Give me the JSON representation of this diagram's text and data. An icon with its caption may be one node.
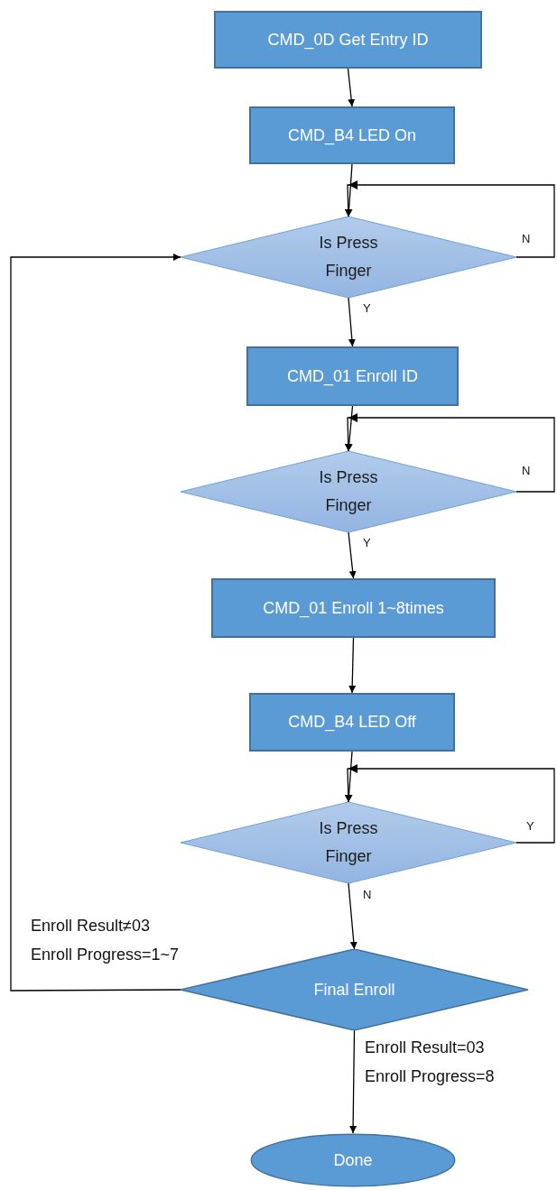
{
  "diagram": {
    "nodes": [
      {
        "text": [
          "CMD_0D Get Entry ID"
        ]
      },
      {
        "text": [
          "CMD_B4 LED On"
        ]
      },
      {
        "text": [
          "Is Press Finger"
        ]
      },
      {
        "text": [
          "CMD_01 Enroll ID"
        ]
      },
      {
        "text": [
          "Is Press Finger"
        ]
      },
      {
        "text": [
          "CMD_01 Enroll 1~8times"
        ]
      },
      {
        "text": [
          "CMD_B4 LED Off"
        ]
      },
      {
        "text": [
          "Is Press Finger"
        ]
      },
      {
        "text": [
          "Final Enroll"
        ]
      },
      {
        "text": [
          "Done"
        ]
      }
    ],
    "edges": [
      {
        "from": 0,
        "to": 1,
        "arrow": "to"
      },
      {
        "from": 1,
        "to": 2,
        "arrow": "to"
      },
      {
        "from": 2,
        "to": 2,
        "arrow": "to",
        "label": "N"
      },
      {
        "from": 2,
        "to": 3,
        "arrow": "to",
        "label": "Y"
      },
      {
        "from": 3,
        "to": 4,
        "arrow": "to"
      },
      {
        "from": 4,
        "to": 4,
        "arrow": "to",
        "label": "N"
      },
      {
        "from": 4,
        "to": 5,
        "arrow": "to",
        "label": "Y"
      },
      {
        "from": 5,
        "to": 6,
        "arrow": "to"
      },
      {
        "from": 6,
        "to": 7,
        "arrow": "to"
      },
      {
        "from": 7,
        "to": 7,
        "arrow": "to",
        "label": "Y"
      },
      {
        "from": 7,
        "to": 8,
        "arrow": "to",
        "label": "N"
      },
      {
        "from": 8,
        "to": 2,
        "arrow": "to",
        "label": "Enroll Result≠03 Enroll Progress=1~7"
      },
      {
        "from": 8,
        "to": 9,
        "arrow": "to",
        "label": "Enroll Result=03 Enroll Progress=8"
      }
    ]
  }
}
